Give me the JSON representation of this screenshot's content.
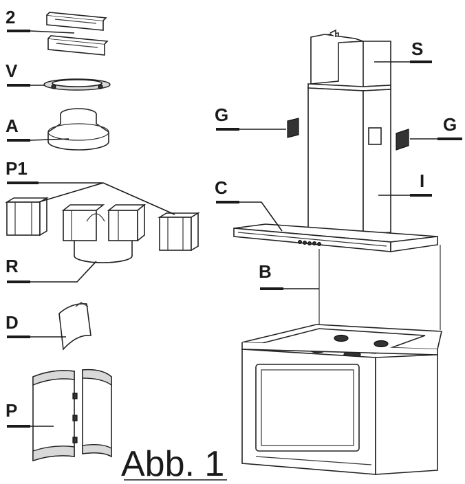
{
  "labels": {
    "part_2": "2",
    "part_v": "V",
    "part_a": "A",
    "part_p1": "P1",
    "part_r": "R",
    "part_d": "D",
    "part_p": "P",
    "part_g_left": "G",
    "part_g_right": "G",
    "part_s": "S",
    "part_i": "I",
    "part_c": "C",
    "part_b": "B"
  },
  "caption": "Abb. 1"
}
